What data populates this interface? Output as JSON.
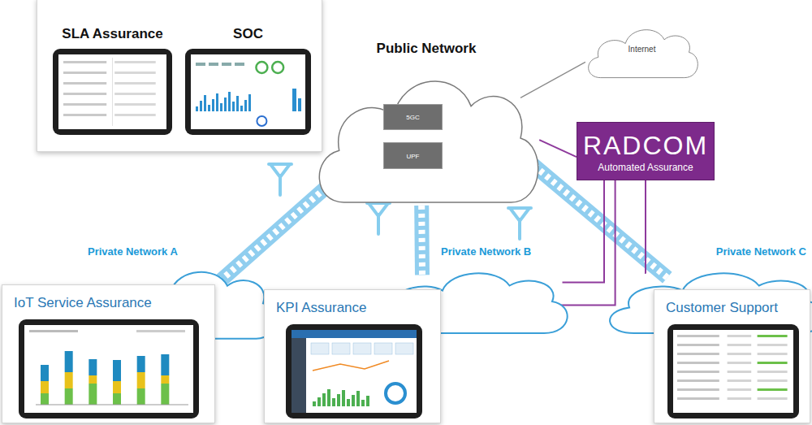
{
  "diagram": {
    "nodes": [
      {
        "text": [
          "SLA Assurance"
        ]
      },
      {
        "text": [
          "SOC"
        ]
      },
      {
        "text": [
          "Public Network"
        ]
      },
      {
        "text": [
          "5GC"
        ],
        "in": 2
      },
      {
        "text": [
          "UPF"
        ],
        "in": 2
      },
      {
        "text": [
          "Internet"
        ]
      },
      {
        "text": [
          "RADCOM",
          "Automated Assurance"
        ]
      },
      {
        "text": [
          "Private Network A"
        ]
      },
      {
        "text": [
          "IoT Service Assurance"
        ]
      },
      {
        "text": [
          "Private Network B"
        ]
      },
      {
        "text": [
          "KPI Assurance"
        ]
      },
      {
        "text": [
          "Private Network C"
        ]
      },
      {
        "text": [
          "Customer Support"
        ]
      }
    ],
    "edges": [
      {
        "from": 5,
        "to": 2,
        "arrow": "none"
      },
      {
        "from": 2,
        "to": 7,
        "arrow": "none"
      },
      {
        "from": 2,
        "to": 9,
        "arrow": "none"
      },
      {
        "from": 2,
        "to": 11,
        "arrow": "none"
      },
      {
        "from": 6,
        "to": 2,
        "arrow": "none"
      },
      {
        "from": 6,
        "to": 11,
        "arrow": "none"
      },
      {
        "from": 6,
        "to": 9,
        "arrow": "none"
      },
      {
        "from": 6,
        "to": 7,
        "arrow": "none"
      }
    ]
  }
}
